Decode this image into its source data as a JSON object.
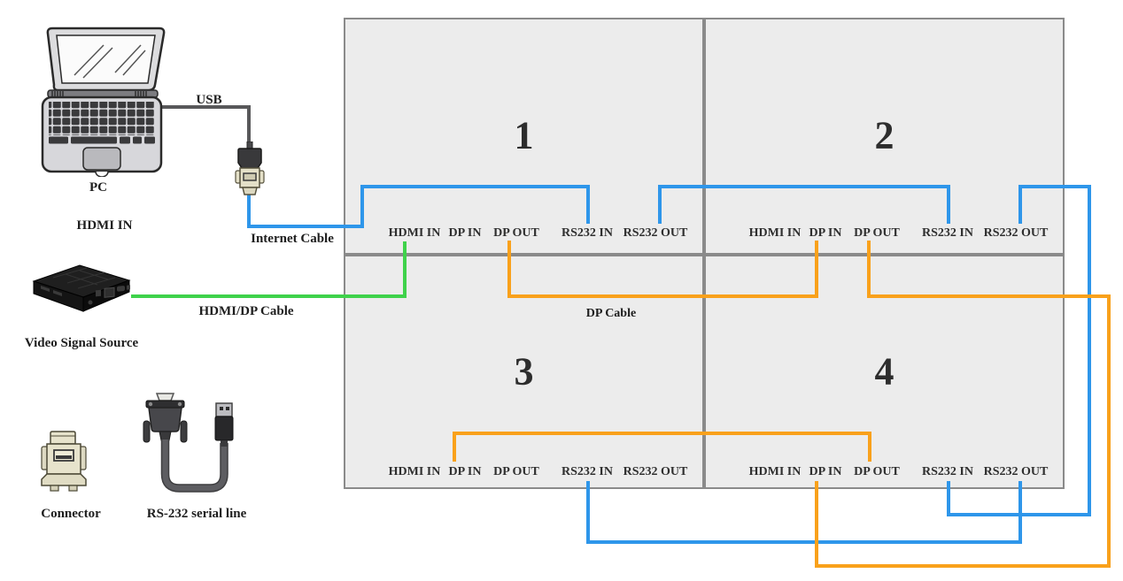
{
  "left_column": {
    "pc_label": "PC",
    "usb_label": "USB",
    "hdmi_in_label": "HDMI IN",
    "internet_cable_label": "Internet Cable",
    "video_source_label": "Video Signal Source",
    "hdmi_dp_cable_label": "HDMI/DP Cable",
    "connector_label": "Connector",
    "rs232_line_label": "RS-232 serial line"
  },
  "video_wall": {
    "dp_cable_label": "DP Cable",
    "panels": [
      {
        "number": "1",
        "ports": [
          "HDMI IN",
          "DP IN",
          "DP OUT",
          "RS232 IN",
          "RS232 OUT"
        ]
      },
      {
        "number": "2",
        "ports": [
          "HDMI IN",
          "DP IN",
          "DP OUT",
          "RS232 IN",
          "RS232 OUT"
        ]
      },
      {
        "number": "3",
        "ports": [
          "HDMI IN",
          "DP IN",
          "DP OUT",
          "RS232 IN",
          "RS232 OUT"
        ]
      },
      {
        "number": "4",
        "ports": [
          "HDMI IN",
          "DP IN",
          "DP OUT",
          "RS232 IN",
          "RS232 OUT"
        ]
      }
    ]
  },
  "cables": {
    "rs232_color": "#2e96ea",
    "dp_color": "#f9a11b",
    "hdmi_color": "#3fd24b",
    "usb_color": "#58585a"
  },
  "connections": [
    {
      "cable": "USB",
      "from": "PC",
      "to": "RS-232 adapter"
    },
    {
      "cable": "Internet Cable",
      "from": "RS-232 adapter",
      "to": "Panel 1 RS232 IN"
    },
    {
      "cable": "RS232",
      "from": "Panel 1 RS232 OUT",
      "to": "Panel 2 RS232 IN"
    },
    {
      "cable": "RS232",
      "from": "Panel 2 RS232 OUT",
      "to": "Panel 4 RS232 IN"
    },
    {
      "cable": "RS232",
      "from": "Panel 4 RS232 OUT",
      "to": "Panel 3 RS232 IN"
    },
    {
      "cable": "HDMI/DP Cable",
      "from": "Video Signal Source",
      "to": "Panel 1 HDMI IN"
    },
    {
      "cable": "DP Cable",
      "from": "Panel 1 DP OUT",
      "to": "Panel 2 DP IN"
    },
    {
      "cable": "DP Cable",
      "from": "Panel 2 DP OUT",
      "to": "Panel 4 DP IN"
    },
    {
      "cable": "DP Cable",
      "from": "Panel 4 DP OUT",
      "to": "Panel 3 DP IN"
    }
  ]
}
